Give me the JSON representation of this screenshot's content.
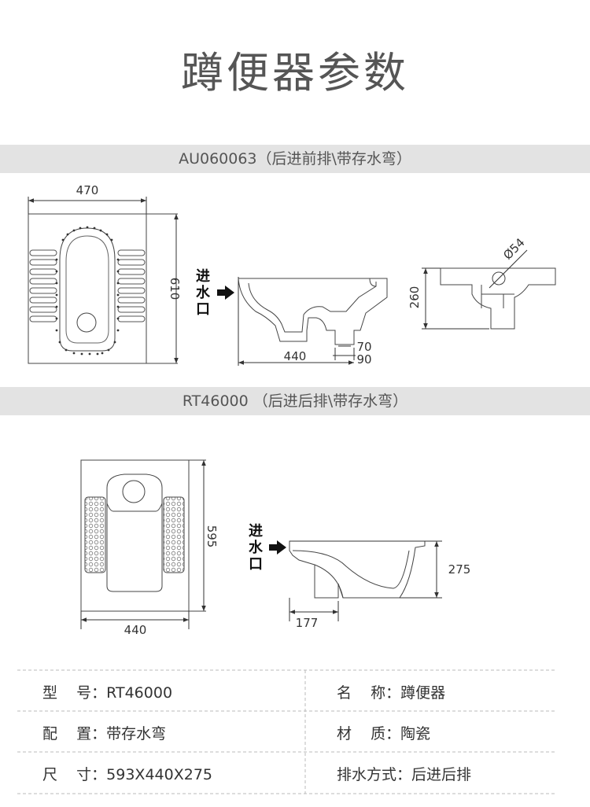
{
  "title": "蹲便器参数",
  "section1": {
    "model_line": "AU060063（后进前排\\带存水弯）",
    "top_view": {
      "width_label": "470",
      "height_label": "610"
    },
    "inlet_label": [
      "进",
      "水",
      "口"
    ],
    "side_view": {
      "length_label": "440",
      "outlet_label_a": "70",
      "outlet_label_b": "90"
    },
    "front_view": {
      "height_label": "260",
      "diameter_label": "Ø54"
    }
  },
  "section2": {
    "model_line": "RT46000 （后进后排\\带存水弯）",
    "top_view": {
      "width_label": "440",
      "height_label": "595"
    },
    "inlet_label": [
      "进",
      "水",
      "口"
    ],
    "side_view": {
      "height_label": "275",
      "offset_label": "177"
    }
  },
  "specs": [
    [
      {
        "label": "型    号：",
        "value": "RT46000"
      },
      {
        "label": "名    称：",
        "value": "蹲便器"
      }
    ],
    [
      {
        "label": "配    置：",
        "value": "带存水弯"
      },
      {
        "label": "材    质：",
        "value": "陶瓷"
      }
    ],
    [
      {
        "label": "尺    寸：",
        "value": "593X440X275"
      },
      {
        "label": "排水方式：",
        "value": "后进后排"
      }
    ]
  ]
}
